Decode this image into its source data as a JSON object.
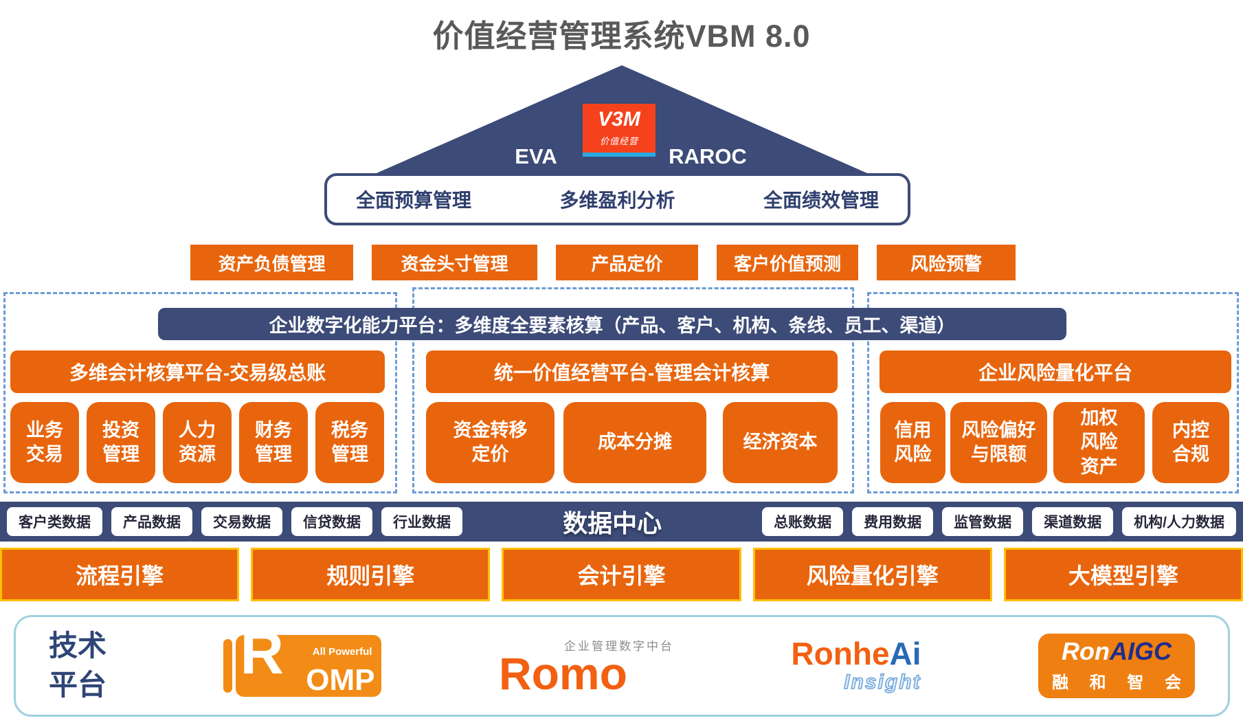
{
  "title": "价值经营管理系统VBM 8.0",
  "pyramid": {
    "logo_text": "V3M",
    "logo_subtext": "价值经营",
    "left_metric": "EVA",
    "right_metric": "RAROC",
    "capabilities": [
      "全面预算管理",
      "多维盈利分析",
      "全面绩效管理"
    ]
  },
  "application_row": [
    "资产负债管理",
    "资金头寸管理",
    "产品定价",
    "客户价值预测",
    "风险预警"
  ],
  "platform_banner": "企业数字化能力平台：多维度全要素核算（产品、客户、机构、条线、员工、渠道）",
  "sections": {
    "accounting": {
      "header": "多维会计核算平台-交易级总账",
      "items": [
        "业务\n交易",
        "投资\n管理",
        "人力\n资源",
        "财务\n管理",
        "税务\n管理"
      ]
    },
    "value": {
      "header": "统一价值经营平台-管理会计核算",
      "items": [
        "资金转移\n定价",
        "成本分摊",
        "经济资本"
      ]
    },
    "risk": {
      "header": "企业风险量化平台",
      "items": [
        "信用\n风险",
        "风险偏好\n与限额",
        "加权\n风险\n资产",
        "内控\n合规"
      ]
    }
  },
  "data_center": {
    "label": "数据中心",
    "left_chips": [
      "客户类数据",
      "产品数据",
      "交易数据",
      "信贷数据",
      "行业数据"
    ],
    "right_chips": [
      "总账数据",
      "费用数据",
      "监管数据",
      "渠道数据",
      "机构/人力数据"
    ]
  },
  "engines": [
    "流程引擎",
    "规则引擎",
    "会计引擎",
    "风险量化引擎",
    "大模型引擎"
  ],
  "tech_platform": {
    "label": "技术\n平台",
    "romp": {
      "r": "R",
      "tagline": "All Powerful",
      "rest": "OMP"
    },
    "romo": {
      "name": "Romo",
      "tagline": "企业管理数字中台"
    },
    "ronhe": {
      "orange": "Ronhe",
      "blue": "Ai",
      "tagline": "Insight"
    },
    "ronaigc": {
      "white": "Ron",
      "navy": "AIGC",
      "subtext": "融 和 智 会"
    }
  },
  "colors": {
    "navy": "#3C4B77",
    "orange": "#E8650D",
    "engine_border": "#FFC000",
    "dashed_border": "#6B9BD4",
    "logo_red": "#F5421C",
    "logo_cyan": "#29ABE2",
    "title_gray": "#595959",
    "tech_border": "#9FD0E2"
  }
}
